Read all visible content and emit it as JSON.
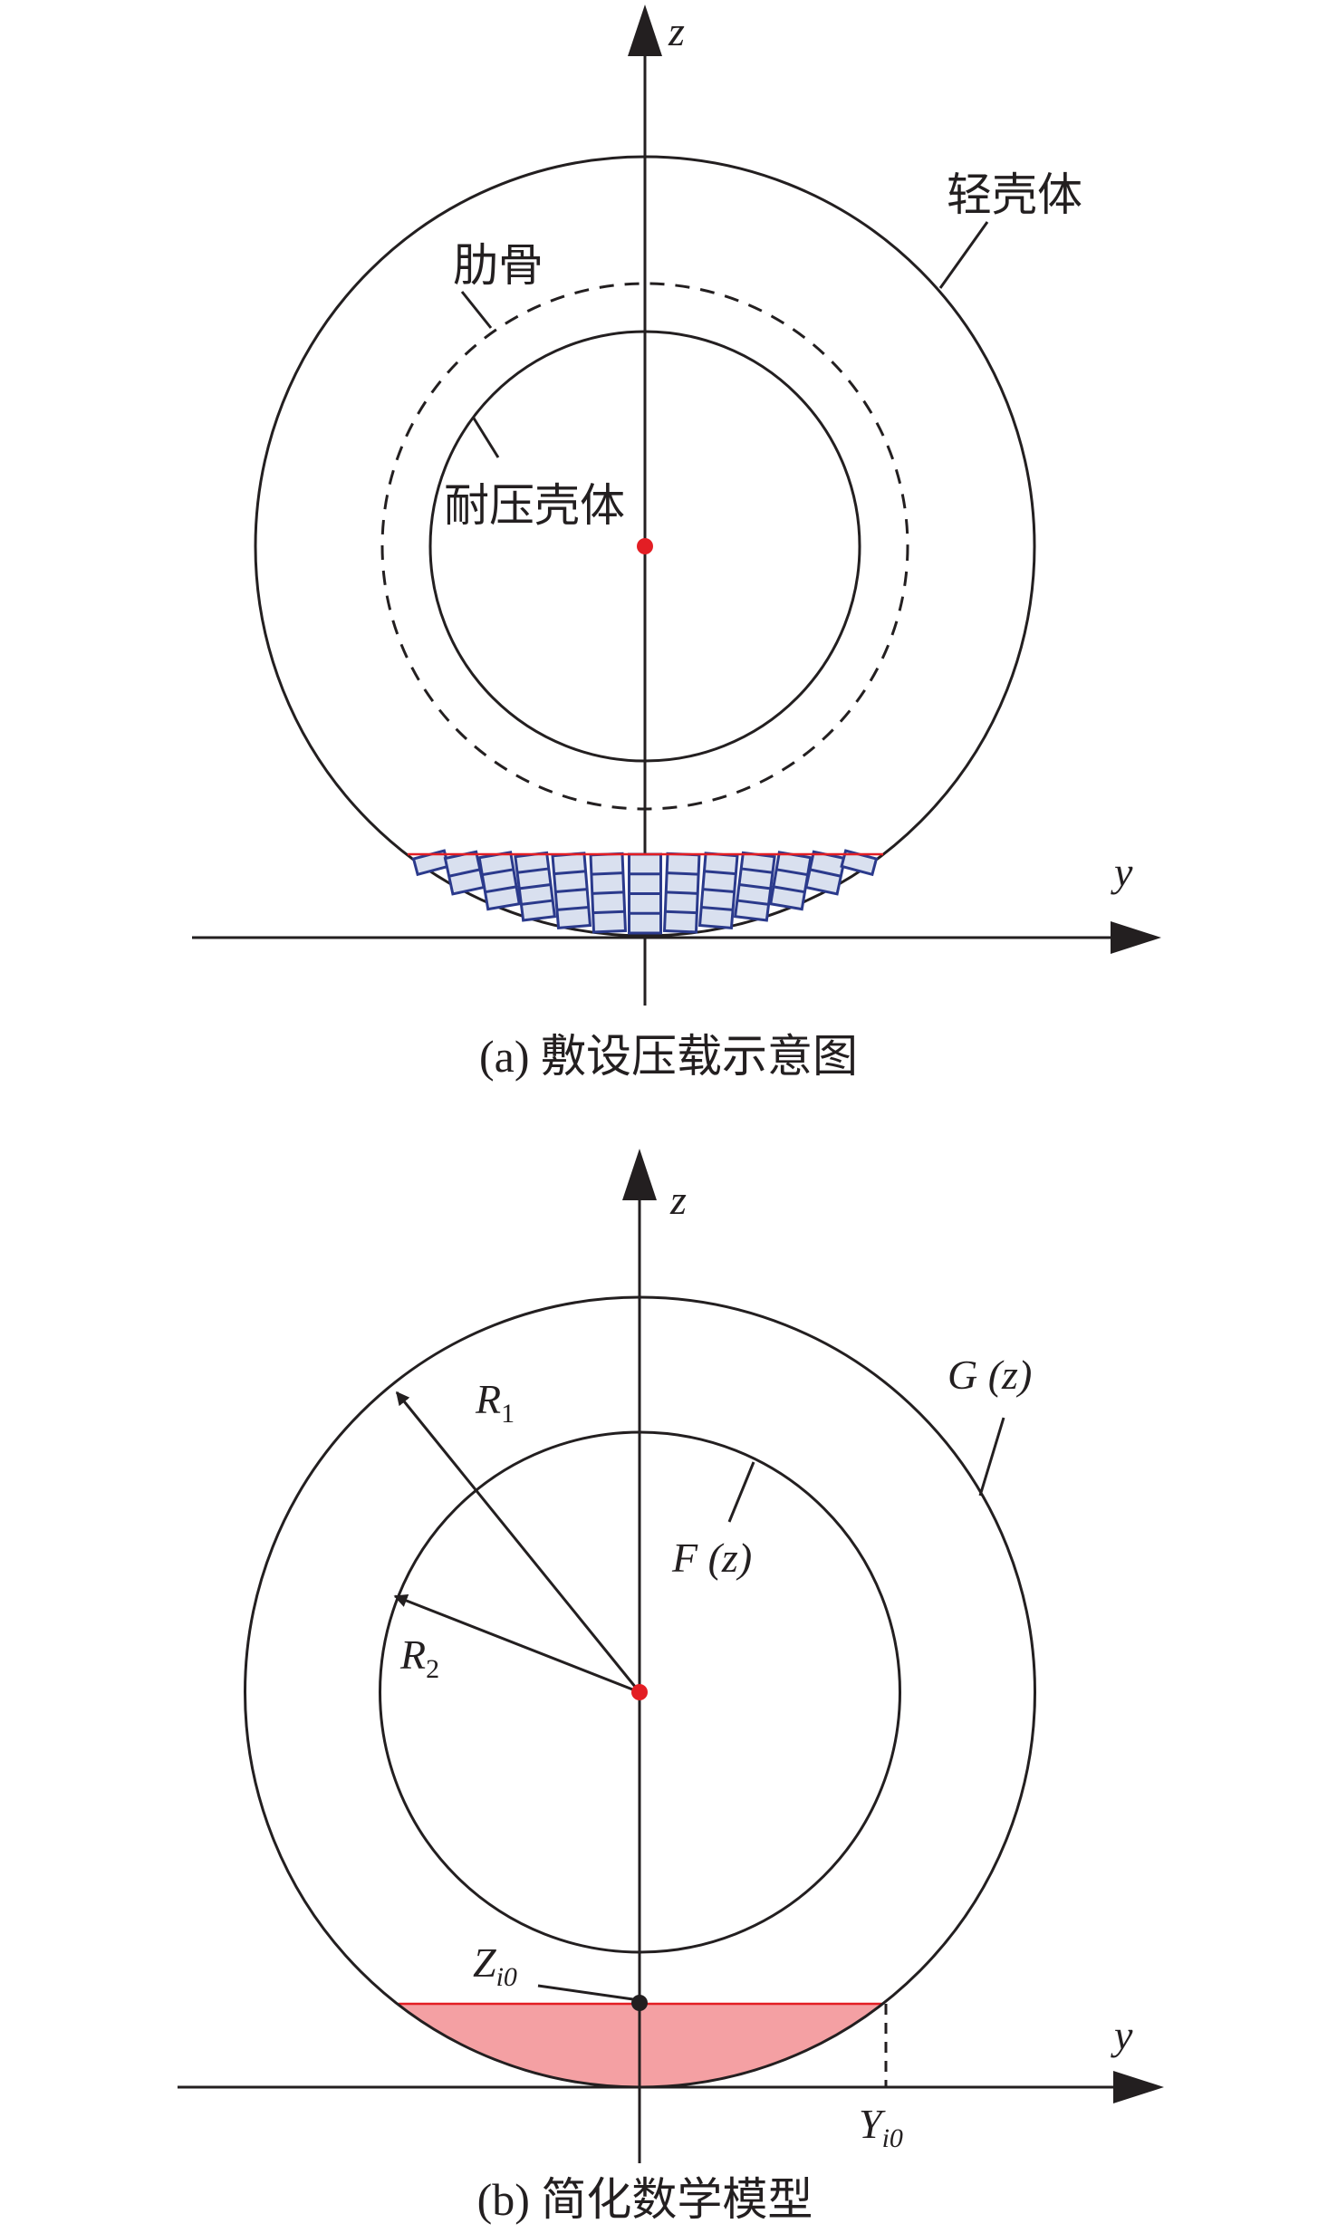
{
  "panel_a": {
    "axis_z": "z",
    "axis_y": "y",
    "label_light_shell": "轻壳体",
    "label_rib": "肋骨",
    "label_pressure_shell": "耐压壳体",
    "caption": "(a) 敷设压载示意图"
  },
  "panel_b": {
    "axis_z": "z",
    "axis_y": "y",
    "label_R1": "R",
    "label_R1_sub": "1",
    "label_R2": "R",
    "label_R2_sub": "2",
    "label_F": "F",
    "label_F_arg": " (z)",
    "label_G": "G",
    "label_G_arg": " (z)",
    "label_Z": "Z",
    "label_Z_sub": "i0",
    "label_Y": "Y",
    "label_Y_sub": "i0",
    "caption": "(b) 简化数学模型"
  },
  "colors": {
    "line": "#231f20",
    "center_dot": "#e31e24",
    "ballast_block_fill": "#d9e0ef",
    "ballast_block_stroke": "#2b3a8c",
    "ballast_level_line": "#e31e24",
    "ballast_region_fill": "#f4a0a3"
  }
}
